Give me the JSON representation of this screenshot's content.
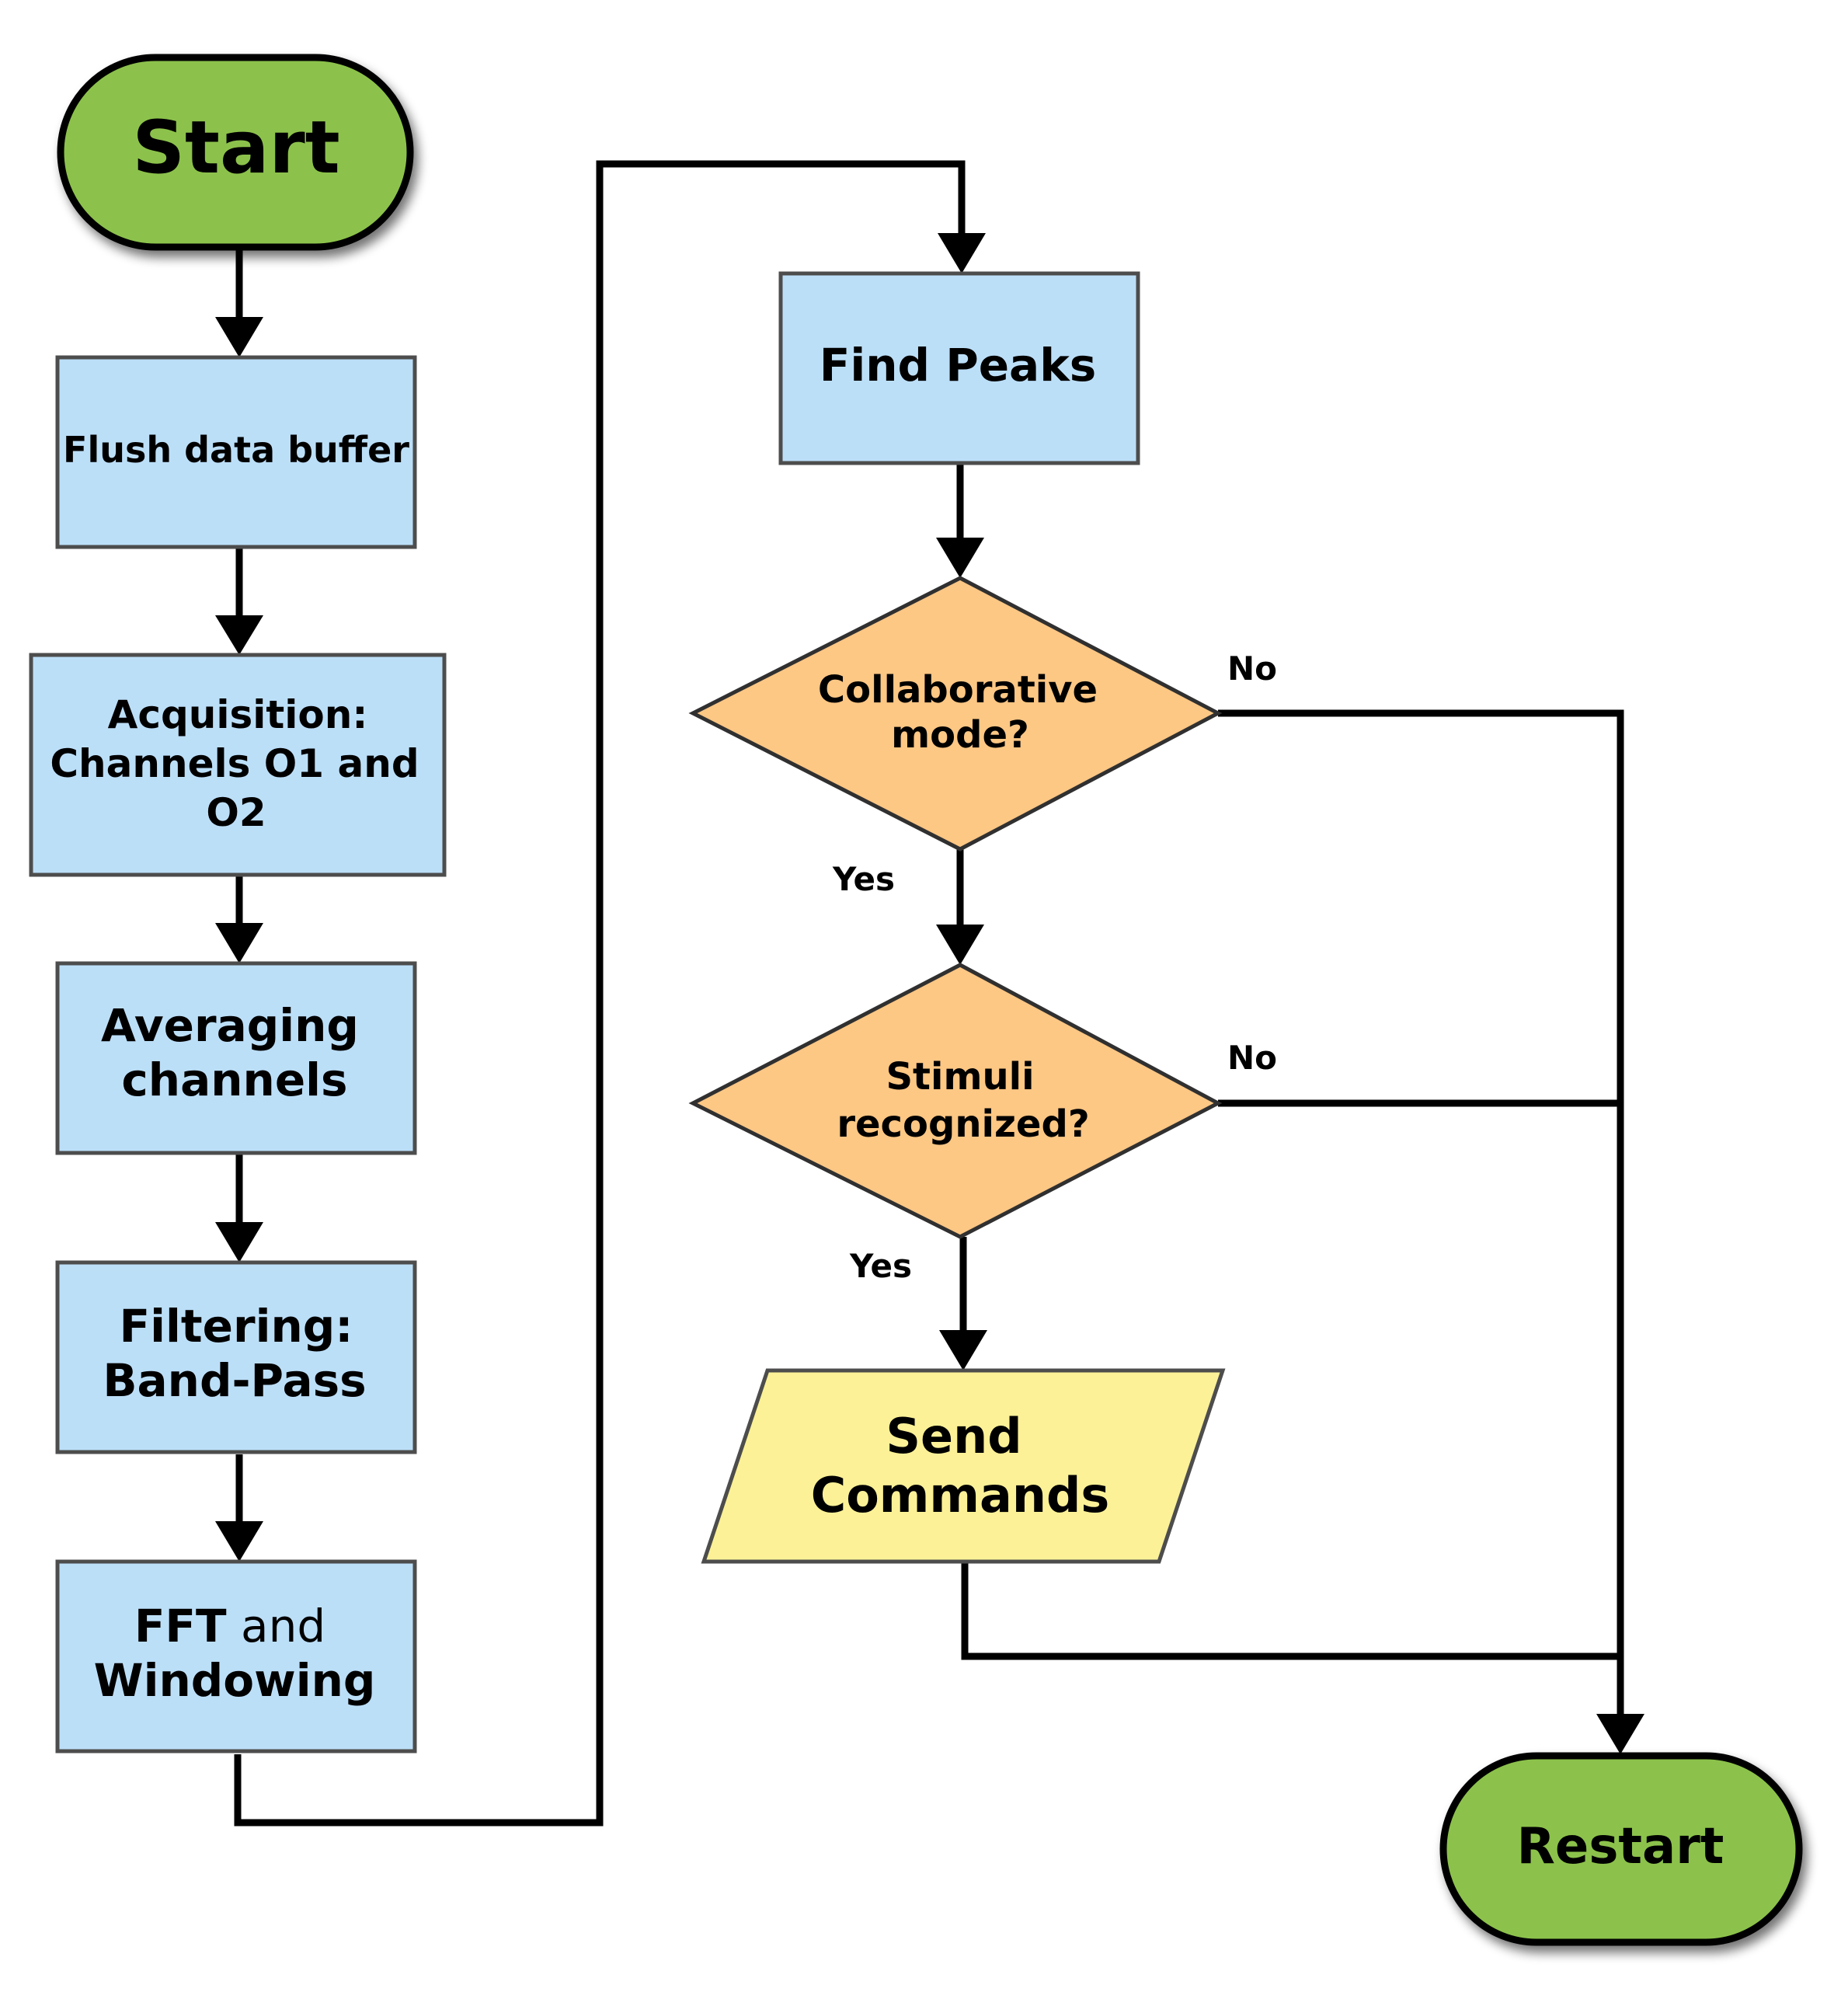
{
  "nodes": {
    "start": "Start",
    "flush": "Flush data buffer",
    "acquisition": [
      "Acquisition:",
      "Channels O1 and",
      "O2"
    ],
    "averaging": [
      "Averaging",
      "channels"
    ],
    "filtering": [
      "Filtering:",
      "Band-Pass"
    ],
    "fft": {
      "bold": "FFT",
      "normal": " and",
      "line2": "Windowing"
    },
    "find_peaks": "Find Peaks",
    "collaborative": [
      "Collaborative",
      "mode?"
    ],
    "stimuli": [
      "Stimuli",
      "recognized?"
    ],
    "send": [
      "Send",
      "Commands"
    ],
    "restart": "Restart"
  },
  "edge_labels": {
    "collab_no": "No",
    "collab_yes": "Yes",
    "stimuli_no": "No",
    "stimuli_yes": "Yes"
  },
  "colors": {
    "process": "#bcdff8",
    "decision": "#fdc784",
    "terminal": "#8cc24c",
    "io": "#fcf197"
  }
}
